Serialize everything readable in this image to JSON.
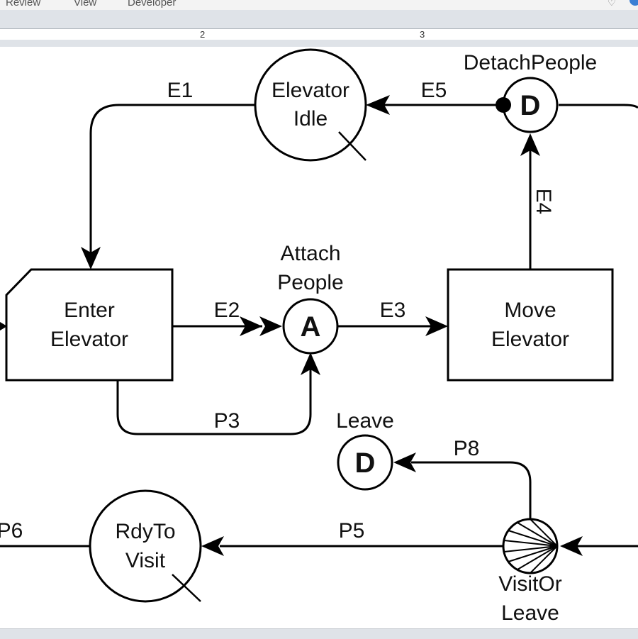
{
  "menu": {
    "items": [
      "Review",
      "View",
      "Developer"
    ]
  },
  "ruler": {
    "marks": [
      "2",
      "3"
    ]
  },
  "diagram": {
    "nodes": {
      "elevator_idle": {
        "line1": "Elevator",
        "line2": "Idle"
      },
      "detach_people": {
        "symbol": "D",
        "label": "DetachPeople"
      },
      "enter_elevator": {
        "line1": "Enter",
        "line2": "Elevator"
      },
      "attach_people": {
        "symbol": "A",
        "line1": "Attach",
        "line2": "People"
      },
      "move_elevator": {
        "line1": "Move",
        "line2": "Elevator"
      },
      "leave": {
        "symbol": "D",
        "label": "Leave"
      },
      "rdy_to_visit": {
        "line1": "RdyTo",
        "line2": "Visit"
      },
      "visit_or_leave": {
        "line1": "VisitOr",
        "line2": "Leave"
      }
    },
    "edges": {
      "e1": "E1",
      "e2": "E2",
      "e3": "E3",
      "e4": "E4",
      "e5": "E5",
      "p3": "P3",
      "p5": "P5",
      "p6": "P6",
      "p8": "P8"
    }
  }
}
